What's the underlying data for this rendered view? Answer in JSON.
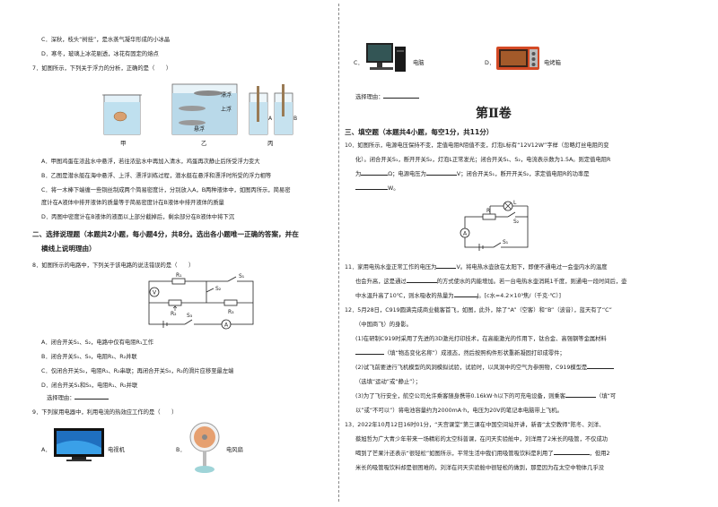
{
  "left": {
    "q6_options": [
      "C．深秋，枝头“树挂”，是水蒸气凝华形成的小冰晶",
      "D．寒冬，玻璃上冰花剔透，冰花有固定的熔点"
    ],
    "q7_stem": "7．如图所示，下列关于浮力的分析，正确的是（　　）",
    "q7_figure_labels": {
      "jia": "甲",
      "yi": "乙",
      "bing": "丙",
      "piaofu": "漂浮",
      "shangfu": "上浮",
      "xuanfu": "悬浮",
      "a": "A",
      "b": "B"
    },
    "q7_options": [
      "A．甲图鸡蛋在浓盐水中悬浮，若往浓盐水中再加入清水，鸡蛋再次静止后所受浮力变大",
      "B．乙图是潜水艇在海中悬浮、上浮、漂浮训练过程，潜水艇在悬浮和漂浮时所受的浮力相等",
      "C．将一木棒下端缠一些铜丝制成两个简易密度计，分别放入A，B两种液体中，如图丙所示，简易密",
      "度计在A液体中排开液体的质量等于简易密度计在B液体中排开液体的质量",
      "D．丙图中密度计在B液体的液面以上部分截掉后，剩余部分在B液体中将下沉"
    ],
    "section2_title": "二、选择说理题（本题共2小题，每小题4分，共8分。选出各小题唯一正确的答案，并在",
    "section2_title_2": "横线上说明理由）",
    "q8_stem": "8．如图所示的电路中，下列关于该电路的说法错误的是（　　）",
    "q8_circuit_labels": {
      "r1": "R₁",
      "r2": "R₂",
      "r3": "R₃",
      "s1": "S₁",
      "s2": "S₂",
      "s3": "S₃",
      "v": "V",
      "a": "A"
    },
    "q8_options": [
      "A．闭合开关S₁、S₂，电路中仅有电阻R₁工作",
      "B．闭合开关S₁、S₃，电阻R₁、R₂并联",
      "C．仅闭合开关S₂，电阻R₁、R₂串联；再闭合开关S₃，R₂的滑片应移至最左端",
      "D．闭合开关S₁和S₃，电阻R₁、R₂并联"
    ],
    "reason_label": "选择理由：",
    "q9_stem": "9．下列家用电器中，利用电流的热效应工作的是（　　）",
    "q9_a_label": "A．",
    "q9_a_name": "电视机",
    "q9_b_label": "B．",
    "q9_b_name": "电风扇"
  },
  "right": {
    "q9_c_label": "C．",
    "q9_c_name": "电脑",
    "q9_d_label": "D．",
    "q9_d_name": "电烤箱",
    "reason_label": "选择理由：",
    "volume_title": "第Ⅱ卷",
    "section3_title": "三、填空题（本题共4小题，每空1分，共11分）",
    "q10": [
      "10．如图所示，电源电压保持不变，定值电阻R阻值不变，灯泡L标有“12V12W”字样（忽略灯丝电阻的变",
      "化）。闭合开关S₁，断开开关S₂，灯泡L正常发光；闭合开关S₁、S₂，电流表示数为1.5A。则定值电阻R",
      "为",
      "Ω；电源电压为",
      "V；闭合开关S₁，断开开关S₂，求定值电阻R的功率是",
      "W。"
    ],
    "q10_circuit_labels": {
      "r": "R",
      "l": "L",
      "a": "A",
      "s1": "S₁",
      "s2": "S₂"
    },
    "q11": [
      "11．家用电热水壶正常工作的电压为",
      "V。将电热水壶放在太阳下，即便不通电过一会壶内水的温度",
      "也会升高，这是通过",
      "的方式使水的内能增加。若一台电热水壶消耗1千度，则通电一段时间后，壶",
      "中水温升高了10℃，则水吸收的热量为",
      "J。[c水=4.2×10³焦/（千克·℃）]"
    ],
    "q12": [
      "12．5月28日，C919圆满完成商业载客首飞，如图，此外，除了“A”（空客）和“B”（波音），蓝天有了“C”",
      "（中国商飞）的身影。",
      "(1)在研制C919时采用了先进的3D激光打印技术，在高能激光的作用下，钛合金、高强钢等金属材料",
      "（填“物态变化名称”）成液态，然后按照构件形状重新凝固打印成零件；",
      "(2)试飞前要进行飞机模型的风洞模拟试验，试验时，以风洞中的空气为参照物，C919模型是",
      "（选填“运动”或“静止”）；",
      "(3)为了飞行安全，航空公司允许乘客随身携带0.16kW·h以下的可充电设备，则乘客",
      "（填“可",
      "以”或“不可以”）将电池容量约为2000mA·h，电压为20V的笔记本电脑带上飞机。"
    ],
    "q13": [
      "13．2022年10月12日16时01分，“天宫课堂”第三课在中国空间站开讲，新晋“太空教师”陈冬、刘洋、",
      "蔡旭哲为广大青少年带来一场精彩的太空科普课，在问天实验舱中，刘洋用了2米长的吸管，不仅成功",
      "喝到了芒果汁还表示“很轻松”如图所示，平常生活中我们用吸管吸饮料是利用了",
      "，但用2",
      "米长的吸管吸饮料却是很困难的，刘洋在问天实验舱中很轻松的做到，那是因为在太空中物体几乎没"
    ]
  }
}
